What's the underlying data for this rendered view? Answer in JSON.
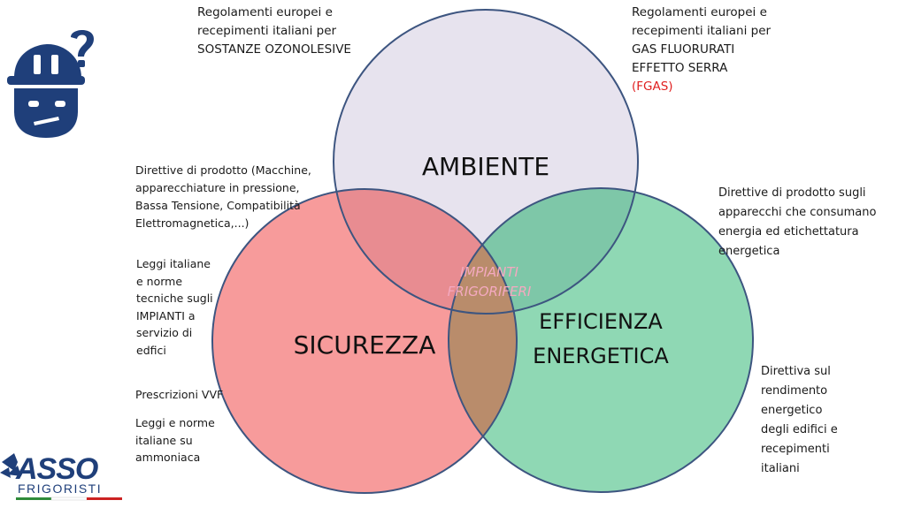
{
  "circles": {
    "ambiente": "AMBIENTE",
    "sicurezza": "SICUREZZA",
    "efficienza_line1": "EFFICIENZA",
    "efficienza_line2": "ENERGETICA",
    "center_line1": "IMPIANTI",
    "center_line2": "FRIGORIFERI"
  },
  "colors": {
    "ambiente": "#e7e3ee",
    "sicurezza": "#f79b9b",
    "efficienza": "#8fd8b4",
    "overlap_amb_sic": "#e88c91",
    "overlap_amb_eff": "#7ec7a8",
    "overlap_sic_eff": "#b98c6b",
    "stroke": "#3d5580",
    "logo_blue": "#1f3f7a",
    "fgas_red": "#e02020"
  },
  "notes": {
    "top_left": [
      "Regolamenti europei e",
      "recepimenti italiani per",
      "SOSTANZE OZONOLESIVE"
    ],
    "top_right": [
      "Regolamenti europei e",
      "recepimenti italiani per",
      "GAS FLUORURATI",
      "EFFETTO SERRA"
    ],
    "top_right_fgas": "(FGAS)",
    "left_directives": [
      "Direttive di prodotto (Macchine,",
      "apparecchiature in pressione,",
      "Bassa Tensione,  Compatibilità",
      "Elettromagnetica,...)"
    ],
    "left_laws": [
      "Leggi italiane",
      "e norme",
      "tecniche sugli",
      "IMPIANTI a",
      "servizio di",
      "edfici"
    ],
    "left_vvf": "Prescrizioni VVF",
    "left_ammonia": [
      "Leggi e norme",
      "italiane su",
      "ammoniaca"
    ],
    "right_directives": [
      "Direttive di prodotto sugli",
      "apparecchi che consumano",
      "energia ed etichettatura",
      "energetica"
    ],
    "right_building": [
      "Direttiva sul",
      "rendimento",
      "energetico",
      "degli edifici e",
      "recepimenti",
      "italiani"
    ]
  },
  "logo": {
    "name": "ASSO",
    "subtitle": "FRIGORISTI"
  },
  "icons": {
    "mascot": "helmet-question-mascot-icon"
  }
}
